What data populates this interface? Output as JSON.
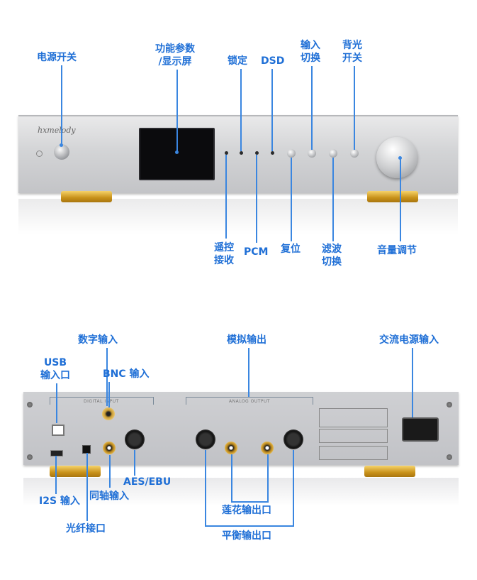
{
  "front": {
    "brand": "hxmelody",
    "labels": {
      "power_switch": "电源开关",
      "function_display": "功能参数\n/显示屏",
      "lock": "锁定",
      "dsd": "DSD",
      "input_switch": "输入\n切换",
      "backlight_switch": "背光\n开关",
      "remote_receive": "遥控\n接收",
      "pcm": "PCM",
      "reset": "复位",
      "filter_switch": "滤波\n切换",
      "volume_adjust": "音量调节"
    }
  },
  "rear": {
    "sections": {
      "digital_input": "DIGITAL INPUT",
      "analog_output": "ANALOG OUTPUT"
    },
    "labels": {
      "digital_input": "数字输入",
      "usb_input": "USB\n输入口",
      "bnc_input": "BNC 输入",
      "analog_output": "模拟输出",
      "ac_power_input": "交流电源输入",
      "i2s_input": "I2S 输入",
      "coaxial_input": "同轴输入",
      "aes_ebu": "AES/EBU",
      "optical_port": "光纤接口",
      "rca_output": "莲花输出口",
      "balanced_output": "平衡输出口"
    }
  },
  "colors": {
    "label_blue": "#1f6fd6",
    "line_blue": "#3a86e0",
    "gold": "#d9a531"
  }
}
